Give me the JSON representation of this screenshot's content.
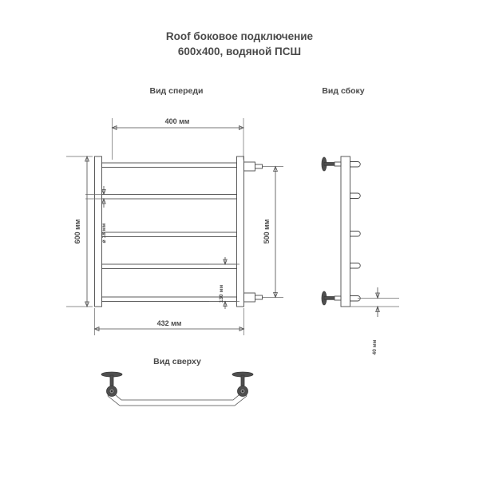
{
  "title": {
    "line1": "Roof боковое подключение",
    "line2": "600x400, водяной ПСШ"
  },
  "views": {
    "front": "Вид спереди",
    "side": "Вид сбоку",
    "top": "Вид сверху"
  },
  "dimensions": {
    "width_top": "400 мм",
    "height_left": "600 мм",
    "tube_diameter": "⌀ 18 мм",
    "height_right": "500 мм",
    "rung_spacing": "130 мм",
    "width_bottom": "432 мм",
    "depth": "40 мм"
  },
  "colors": {
    "ink": "#4a4a4a",
    "line": "#6a6a6a",
    "metal_dark": "#4f4f4f",
    "background": "#ffffff"
  },
  "product": {
    "model": "Roof",
    "connection": "боковое подключение",
    "size": "600x400",
    "type": "водяной ПСШ",
    "rung_count": 5
  }
}
